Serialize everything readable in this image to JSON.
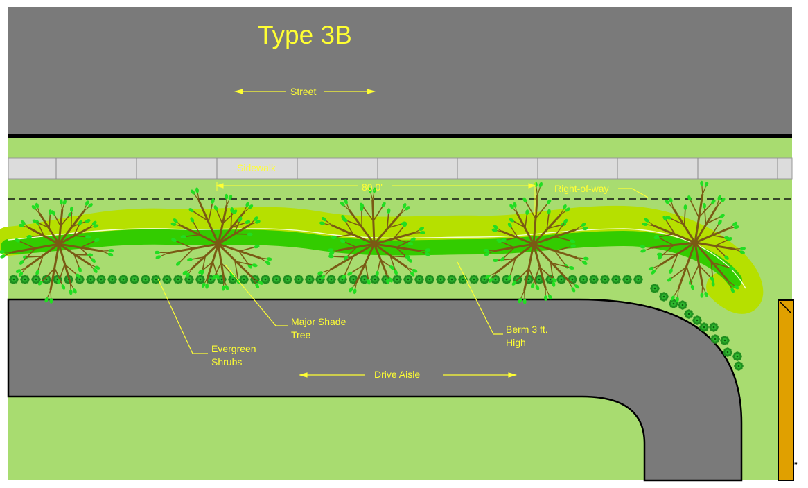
{
  "diagram": {
    "title": "Type 3B",
    "labels": {
      "street": "Street",
      "sidewalk": "Sidewalk",
      "dimension": "80.0'",
      "right_of_way": "Right-of-way",
      "major_shade_tree": [
        "Major Shade",
        "Tree"
      ],
      "evergreen_shrubs": [
        "Evergreen",
        "Shrubs"
      ],
      "berm": [
        "Berm 3 ft.",
        "High"
      ],
      "drive_aisle": "Drive Aisle"
    },
    "stray_mark": "”"
  },
  "colors": {
    "street": "#7a7a7a",
    "grass": "#a8dc70",
    "sidewalk": "#dcdcdc",
    "berm_outer": "#b6e000",
    "berm_inner": "#33cc00",
    "tree_trunk": "#7a5a14",
    "leaf": "#22dd22",
    "shrub": "#1f8f1f",
    "label": "#ffff33",
    "building": "#e0a000"
  }
}
